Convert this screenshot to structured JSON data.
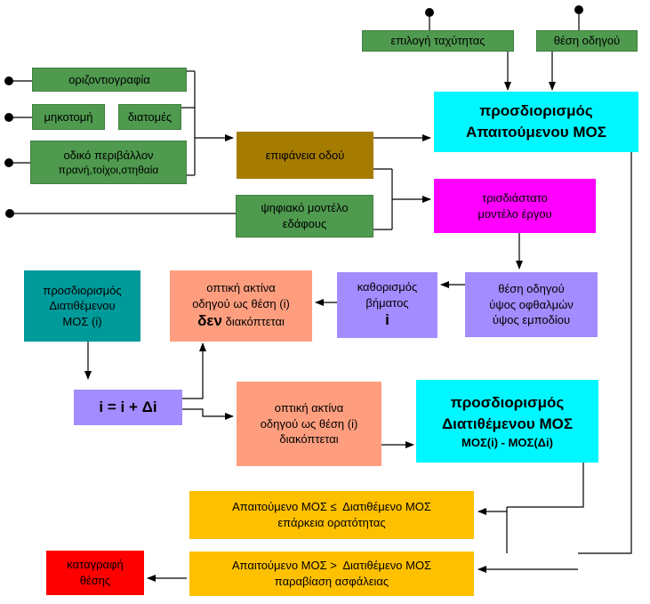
{
  "nodes": {
    "speed_choice": "επιλογή ταχύτητας",
    "driver_position_top": "θέση οδηγού",
    "horizontal_alignment": "οριζοντιογραφία",
    "longitudinal_section": "μηκοτομή",
    "cross_sections": "διατομές",
    "road_environment": "οδικό περιβάλλον",
    "road_environment_detail": "πρανή,τοίχοι,στηθαία",
    "road_surface": "επιφάνεια οδού",
    "required_sight_title": "προσδιορισμός",
    "required_sight_subtitle": "Απαιτούμενου ΜΟΣ",
    "dem_line1": "ψηφιακό μοντέλο",
    "dem_line2": "εδάφους",
    "model_3d_line1": "τρισδιάστατο",
    "model_3d_line2": "μοντέλο έργου",
    "driver_pos_line1": "θέση οδηγού",
    "driver_pos_line2": "ύψος οφθαλμών",
    "driver_pos_line3": "ύψος εμποδίου",
    "step_line1": "καθορισμός",
    "step_line2": "βήματος",
    "step_line3": "i",
    "ray_clear_line1": "οπτική ακτίνα",
    "ray_clear_line2": "οδηγού ως θέση (i)",
    "ray_clear_neg": "δεν",
    "ray_clear_word": "διακόπτεται",
    "available_i_line1": "προσδιορισμός",
    "available_i_line2": "Διατιθέμενου",
    "available_i_line3": "ΜΟΣ (i)",
    "increment": "i = i + Δi",
    "ray_blocked_line1": "οπτική ακτίνα",
    "ray_blocked_line2": "οδηγού ως θέση (i)",
    "ray_blocked_line3": "διακόπτεται",
    "available_total_title": "προσδιορισμός",
    "available_total_subtitle": "Διατιθέμενου ΜΟΣ",
    "available_total_formula": "ΜΟΣ(i) - ΜΟΣ(Δi)",
    "sufficient_line1": "Απαιτούμενο ΜΟΣ ≤  Διατιθέμενο ΜΟΣ",
    "sufficient_line2": "επάρκεια ορατότητας",
    "violation_line1": "Απαιτούμενο ΜΟΣ >  Διατιθέμενο ΜΟΣ",
    "violation_line2": "παραβίαση ασφάλειας",
    "record_line1": "καταγραφή",
    "record_line2": "θέσης"
  },
  "colors": {
    "input_green": "#4f9a4f",
    "cyan": "#00f7ff",
    "brown": "#a67c00",
    "magenta": "#ff00ff",
    "salmon": "#ff9e7f",
    "violet": "#a28cff",
    "teal": "#009a9a",
    "amber": "#ffc000",
    "red": "#ff0000"
  }
}
